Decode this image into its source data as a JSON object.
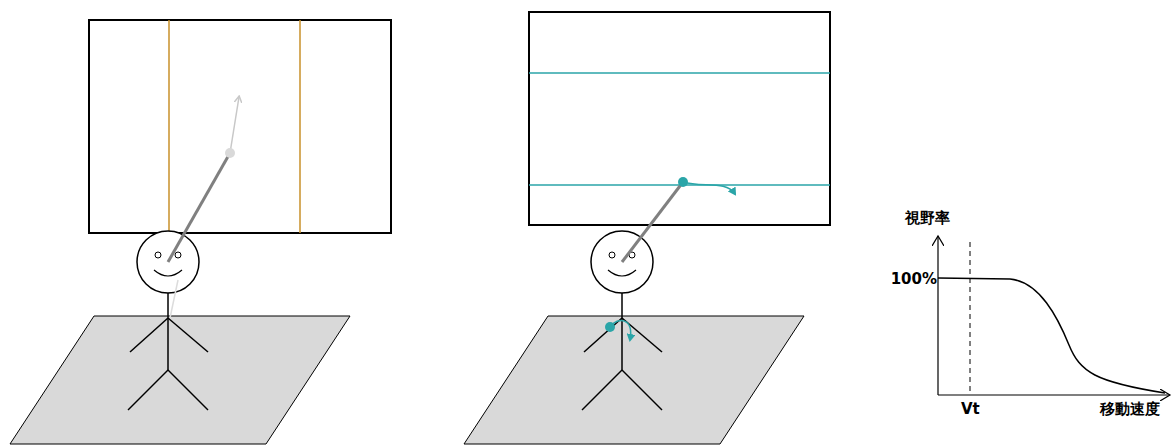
{
  "diagram": {
    "labels": [
      "視野率",
      "100%",
      "Vt",
      "移動速度"
    ]
  }
}
